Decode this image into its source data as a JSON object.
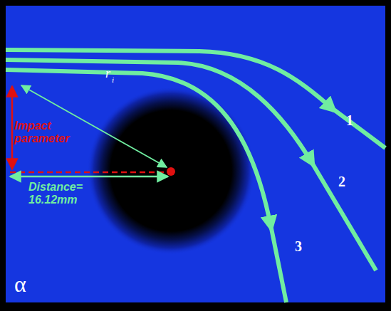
{
  "diagram": {
    "labels": [
      "Impact parameter",
      "Distance= 16.12mm",
      "r",
      "i",
      "1",
      "2",
      "3",
      "α"
    ]
  }
}
